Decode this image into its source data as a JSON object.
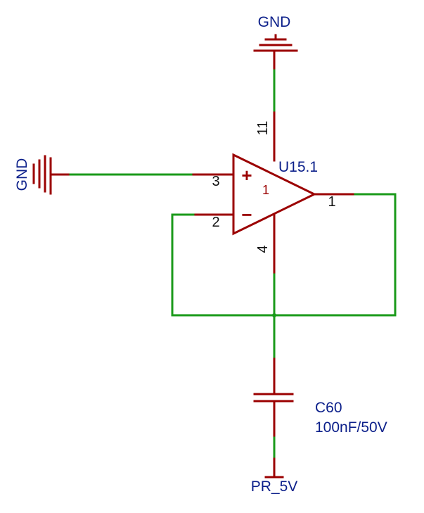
{
  "diagram": {
    "opamp": {
      "refdes": "U15.1",
      "unit": "1",
      "plus_sign": "+",
      "minus_sign": "−",
      "pins": {
        "noninv": "3",
        "inv": "2",
        "out": "1",
        "vplus": "11",
        "vminus": "4"
      }
    },
    "capacitor": {
      "refdes": "C60",
      "value": "100nF/50V"
    },
    "nets": {
      "gnd_top": "GND",
      "gnd_left": "GND",
      "supply_bottom": "PR_5V"
    }
  }
}
